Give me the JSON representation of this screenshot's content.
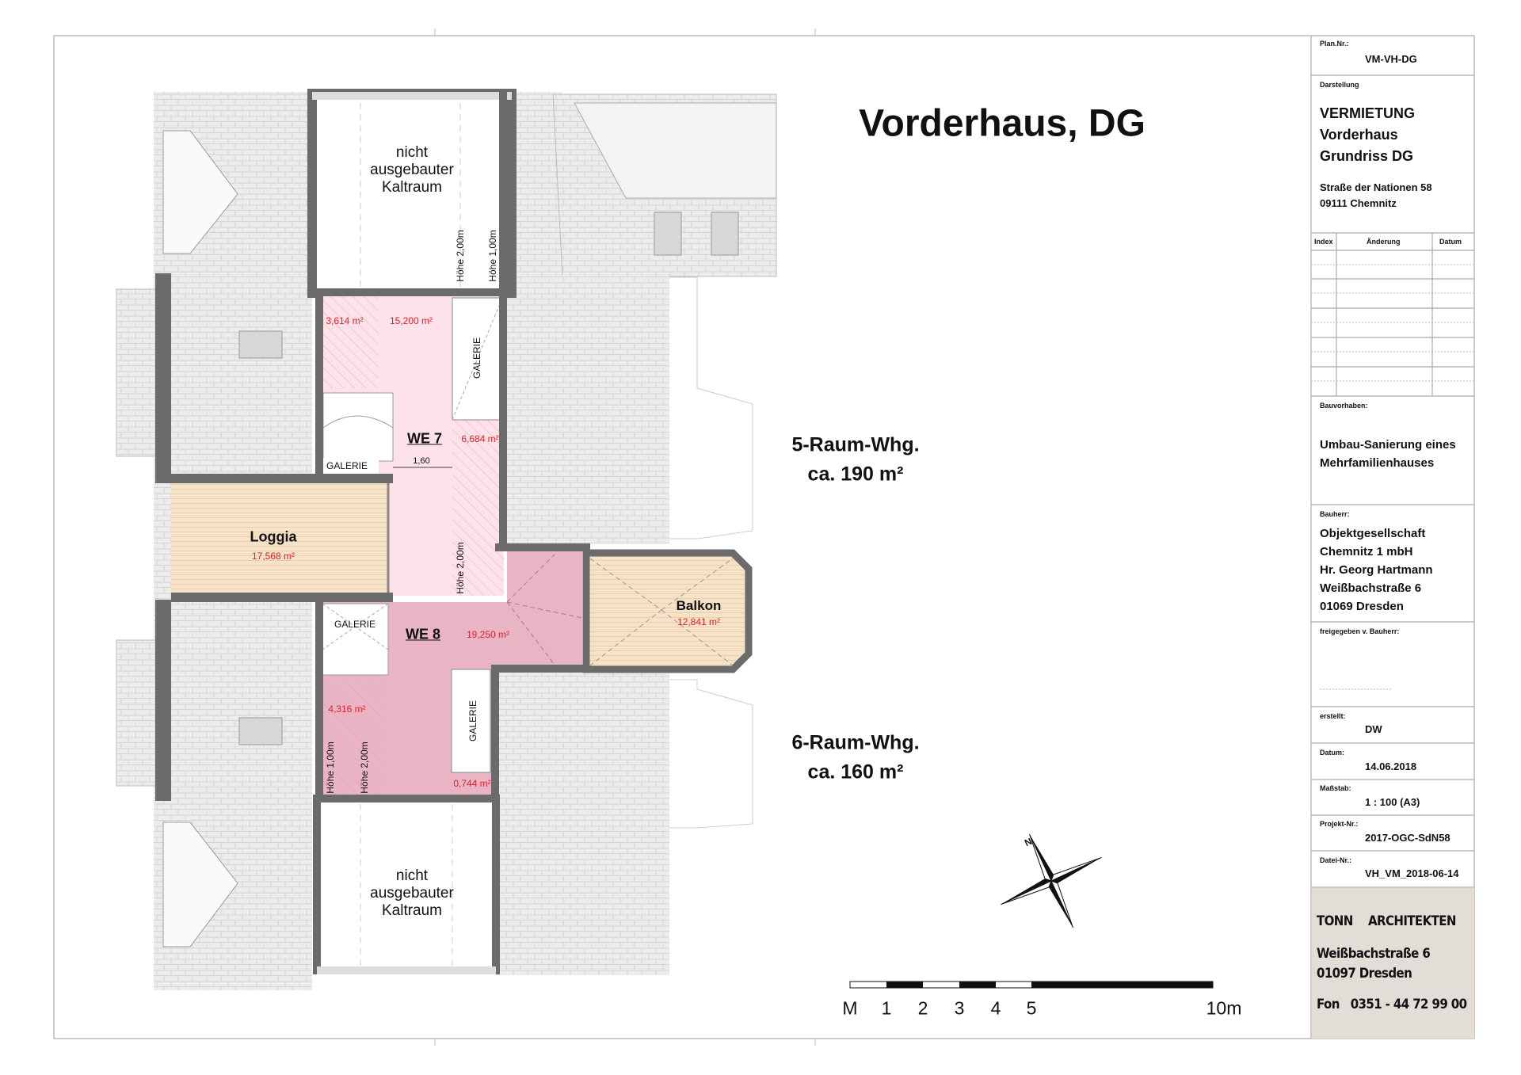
{
  "plan_title": "Vorderhaus, DG",
  "rooms": {
    "cold_room_top": "nicht\nausgebauter\nKaltraum",
    "cold_room_bottom": "nicht\nausgebauter\nKaltraum",
    "hoehe_200_top": "Höhe 2,00m",
    "hoehe_100_top": "Höhe 1,00m",
    "we7_label": "WE 7",
    "we7_area_1": "3,614 m²",
    "we7_area_2": "15,200 m²",
    "we7_area_3": "6,684 m²",
    "we7_galerie_right": "GALERIE",
    "we7_galerie_stair": "GALERIE",
    "we7_dimension": "1,60",
    "we7_hoehe": "Höhe 2,00m",
    "loggia_label": "Loggia",
    "loggia_area": "17,568 m²",
    "we8_label": "WE 8",
    "we8_area_1": "19,250 m²",
    "we8_area_2": "4,316 m²",
    "we8_area_3": "0,744 m²",
    "we8_galerie_stair": "GALERIE",
    "we8_galerie_right": "GALERIE",
    "we8_hoehe_100": "Höhe 1,00m",
    "we8_hoehe_200": "Höhe 2,00m",
    "balkon_label": "Balkon",
    "balkon_area": "12,841 m²"
  },
  "summary": {
    "upper_type": "5-Raum-Whg.",
    "upper_area": "ca. 190 m²",
    "lower_type": "6-Raum-Whg.",
    "lower_area": "ca. 160 m²"
  },
  "compass": {
    "north": "N"
  },
  "scale_bar": {
    "labels": [
      "M",
      "1",
      "2",
      "3",
      "4",
      "5",
      "10m"
    ]
  },
  "title_block": {
    "plan_nr_label": "Plan.Nr.:",
    "plan_nr": "VM-VH-DG",
    "darstellung_label": "Darstellung",
    "darstellung_1": "VERMIETUNG",
    "darstellung_2": "Vorderhaus",
    "darstellung_3": "Grundriss DG",
    "address_1": "Straße der Nationen 58",
    "address_2": "09111 Chemnitz",
    "table_headers": [
      "Index",
      "Änderung",
      "Datum"
    ],
    "bauvorhaben_label": "Bauvorhaben:",
    "bauvorhaben_1": "Umbau-Sanierung eines",
    "bauvorhaben_2": "Mehrfamilienhauses",
    "bauherr_label": "Bauherr:",
    "bauherr": [
      "Objektgesellschaft",
      "Chemnitz 1 mbH",
      "Hr. Georg Hartmann",
      "Weißbachstraße 6",
      "01069 Dresden"
    ],
    "freigegeben_label": "freigegeben v. Bauherr:",
    "erstellt_label": "erstellt:",
    "erstellt": "DW",
    "datum_label": "Datum:",
    "datum": "14.06.2018",
    "massstab_label": "Maßstab:",
    "massstab": "1 : 100 (A3)",
    "projekt_label": "Projekt-Nr.:",
    "projekt": "2017-OGC-SdN58",
    "datei_label": "Datei-Nr.:",
    "datei": "VH_VM_2018-06-14",
    "architect_1": "TONN",
    "architect_2": "ARCHITEKTEN",
    "architect_street": "Weißbachstraße 6",
    "architect_city": "01097 Dresden",
    "architect_phone": "Fon   0351 - 44 72 99 00"
  },
  "colors": {
    "we7": "#fde2e9",
    "we8": "#e9b5c4",
    "loggia": "#f6e2c6",
    "roof": "#e9e9e9",
    "wall": "#6b6b6b",
    "area_text": "#e0202a",
    "title_block_footer": "#e2ddd7"
  }
}
